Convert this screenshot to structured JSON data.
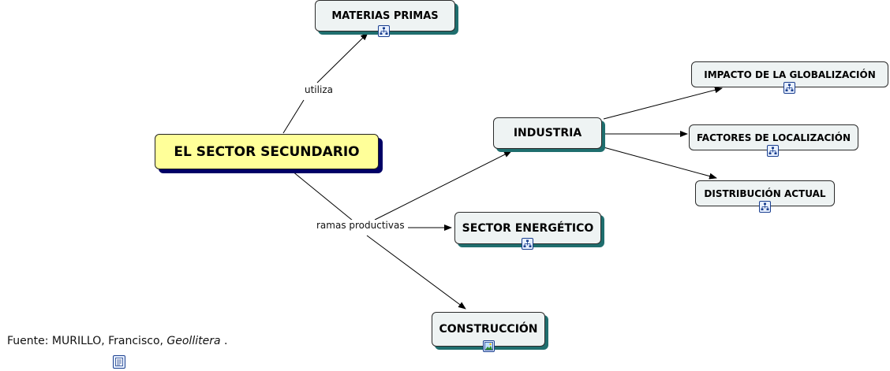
{
  "nodes": {
    "materias_primas": "MATERIAS PRIMAS",
    "sector_secundario": "EL SECTOR SECUNDARIO",
    "industria": "INDUSTRIA",
    "sector_energetico": "SECTOR ENERGÉTICO",
    "construccion": "CONSTRUCCIÓN",
    "impacto_globalizacion": "IMPACTO DE LA GLOBALIZACIÓN",
    "factores_localizacion": "FACTORES DE LOCALIZACIÓN",
    "distribucion_actual": "DISTRIBUCIÓN ACTUAL"
  },
  "link_labels": {
    "utiliza": "utiliza",
    "ramas_productivas": "ramas productivas"
  },
  "source": {
    "prefix": "Fuente: MURILLO, Francisco, ",
    "title": "Geollitera",
    "suffix": " ."
  },
  "icons": {
    "submap": "concept-map-icon",
    "image": "image-icon",
    "document": "document-icon"
  },
  "colors": {
    "main_node_fill": "#ffff99",
    "main_node_shadow": "#000066",
    "node_fill": "#eef3f3",
    "node_shadow": "#1f6e6e",
    "icon_border": "#1a3f8f"
  }
}
